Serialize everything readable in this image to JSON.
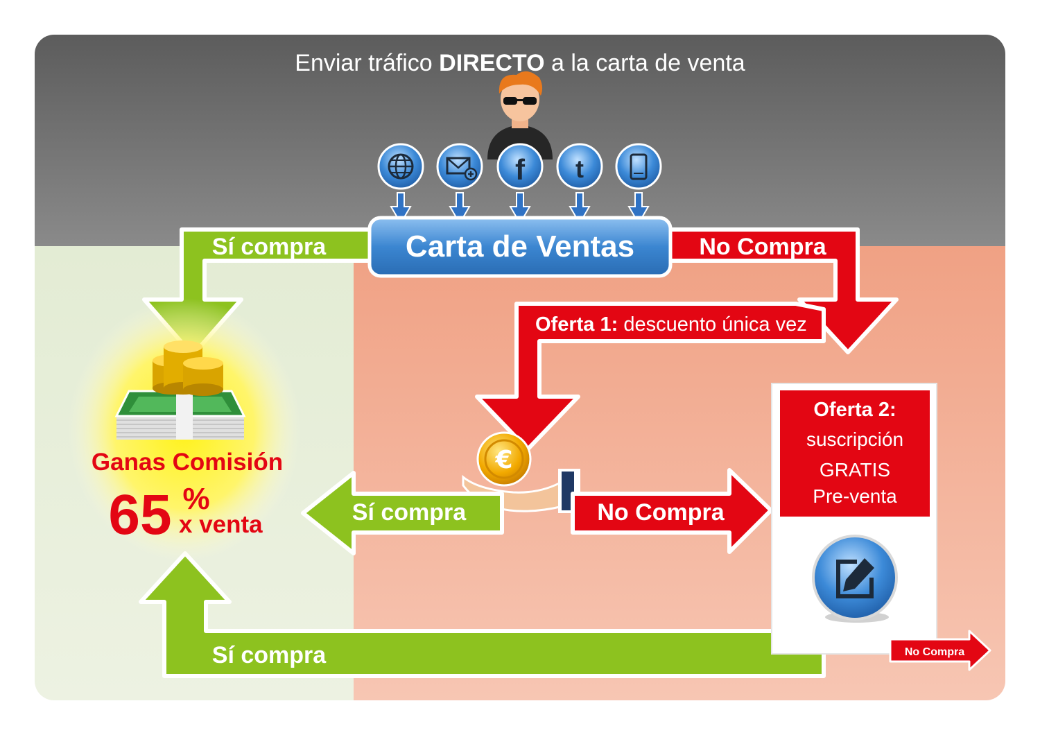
{
  "header": {
    "title_pre": "Enviar tráfico ",
    "title_bold": "DIRECTO",
    "title_post": " a la carta de venta"
  },
  "channels": [
    {
      "icon": "globe-icon"
    },
    {
      "icon": "email-add-icon"
    },
    {
      "icon": "facebook-icon"
    },
    {
      "icon": "twitter-icon"
    },
    {
      "icon": "mobile-icon"
    }
  ],
  "sales_page": {
    "label": "Carta de Ventas"
  },
  "flow": {
    "buy_top": "Sí compra",
    "no_buy_top": "No Compra",
    "offer1_bold": "Oferta 1:",
    "offer1_text": " descuento única vez",
    "buy_middle": "Sí compra",
    "no_buy_middle": "No Compra",
    "buy_bottom": "Sí compra",
    "no_buy_small": "No Compra"
  },
  "offer2": {
    "title": "Oferta 2:",
    "line1": "suscripción",
    "line2": "GRATIS",
    "line3": "Pre-venta"
  },
  "commission": {
    "label": "Ganas Comisión",
    "number": "65",
    "percent_sign": "%",
    "suffix": "x venta"
  },
  "colors": {
    "green": "#8dc21f",
    "red": "#e30613",
    "blue": "#3b86d1",
    "header_gray": "#6e6e6e",
    "left_panel": "#e8f0dc",
    "right_panel": "#f5b8a2"
  }
}
